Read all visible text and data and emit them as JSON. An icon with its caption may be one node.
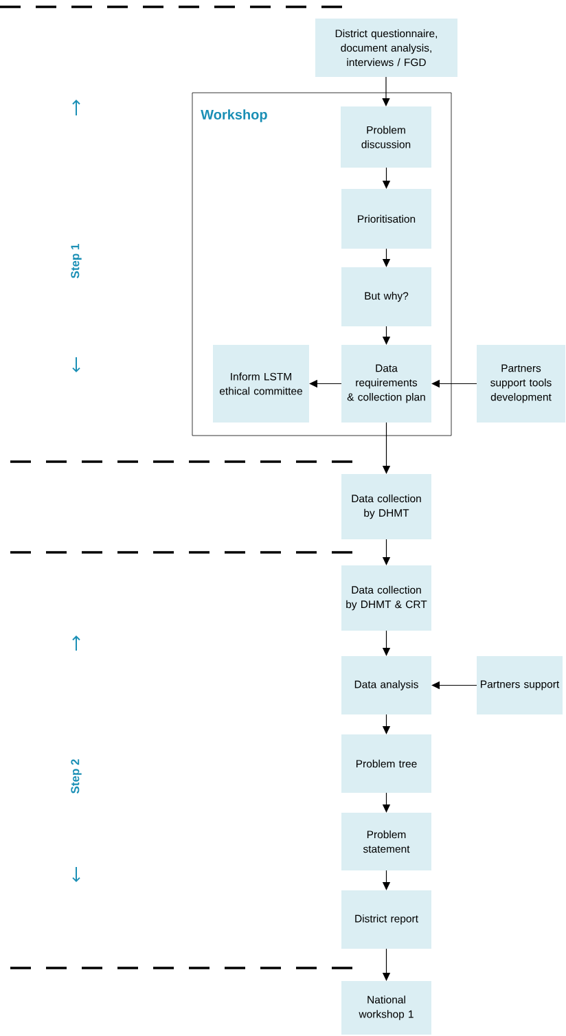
{
  "diagram": {
    "nodes": [
      {
        "text": [
          "District questionnaire, document analysis, interviews / FGD"
        ]
      },
      {
        "text": [
          "Workshop"
        ]
      },
      {
        "text": [
          "Problem discussion"
        ],
        "in": 1
      },
      {
        "text": [
          "Prioritisation"
        ],
        "in": 1
      },
      {
        "text": [
          "But why?"
        ],
        "in": 1
      },
      {
        "text": [
          "Inform LSTM ethical committee"
        ],
        "in": 1
      },
      {
        "text": [
          "Data requirements & collection plan"
        ],
        "in": 1
      },
      {
        "text": [
          "Partners support tools development"
        ]
      },
      {
        "text": [
          "Data collection by DHMT"
        ]
      },
      {
        "text": [
          "Data collection by DHMT & CRT"
        ]
      },
      {
        "text": [
          "Data analysis"
        ]
      },
      {
        "text": [
          "Partners support"
        ]
      },
      {
        "text": [
          "Problem tree"
        ]
      },
      {
        "text": [
          "Problem statement"
        ]
      },
      {
        "text": [
          "District report"
        ]
      },
      {
        "text": [
          "National workshop 1"
        ]
      }
    ],
    "edges": [
      {
        "from": 0,
        "to": 2,
        "arrow": "to"
      },
      {
        "from": 2,
        "to": 3,
        "arrow": "to"
      },
      {
        "from": 3,
        "to": 4,
        "arrow": "to"
      },
      {
        "from": 4,
        "to": 6,
        "arrow": "to"
      },
      {
        "from": 6,
        "to": 5,
        "arrow": "to"
      },
      {
        "from": 7,
        "to": 6,
        "arrow": "to"
      },
      {
        "from": 6,
        "to": 8,
        "arrow": "to"
      },
      {
        "from": 8,
        "to": 9,
        "arrow": "to"
      },
      {
        "from": 9,
        "to": 10,
        "arrow": "to"
      },
      {
        "from": 11,
        "to": 10,
        "arrow": "to"
      },
      {
        "from": 10,
        "to": 12,
        "arrow": "to"
      },
      {
        "from": 12,
        "to": 13,
        "arrow": "to"
      },
      {
        "from": 13,
        "to": 14,
        "arrow": "to"
      },
      {
        "from": 14,
        "to": 15,
        "arrow": "to"
      }
    ],
    "labels": [
      "Step 1",
      "Step 2"
    ]
  }
}
